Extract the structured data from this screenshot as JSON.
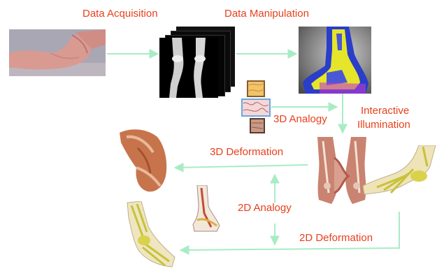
{
  "labels": {
    "data_acquisition": "Data Acquisition",
    "data_manipulation": "Data Manipulation",
    "analogy_3d": "3D Analogy",
    "interactive_illumination_1": "Interactive",
    "interactive_illumination_2": "Illumination",
    "deformation_3d": "3D Deformation",
    "analogy_2d": "2D Analogy",
    "deformation_2d": "2D Deformation"
  },
  "colors": {
    "label": "#e8401c",
    "arrow": "#a8ecc4",
    "background": "#ffffff"
  }
}
